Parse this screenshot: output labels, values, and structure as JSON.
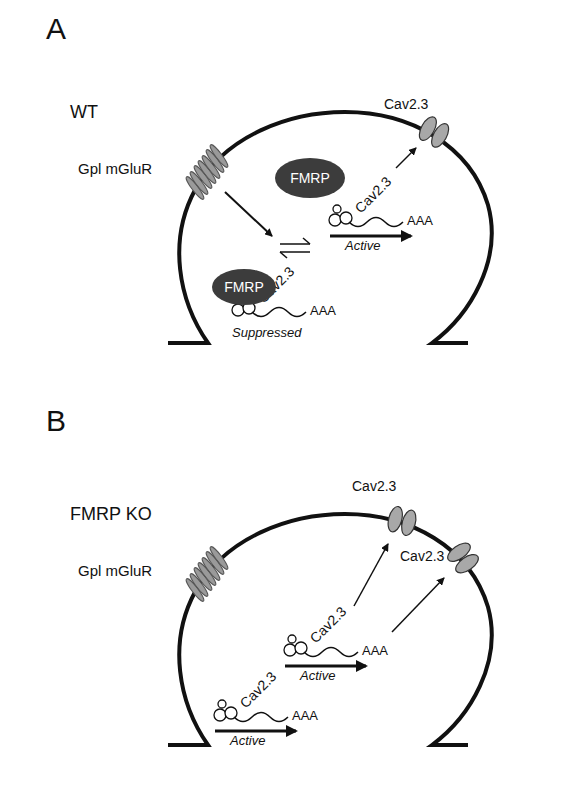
{
  "diagram": {
    "nodes": [
      {
        "text": [
          "FMRP"
        ]
      },
      {
        "text": [
          "FMRP"
        ]
      }
    ],
    "labels": [
      "A",
      "WT",
      "Gpl mGluR",
      "Cav2.3",
      "Cav2.3",
      "AAA",
      "Active",
      "Cav2.3",
      "AAA",
      "Suppressed",
      "B",
      "FMRP KO",
      "Gpl mGluR",
      "Cav2.3",
      "Cav2.3",
      "Cav2.3",
      "AAA",
      "Active",
      "Cav2.3",
      "AAA",
      "Active"
    ]
  }
}
